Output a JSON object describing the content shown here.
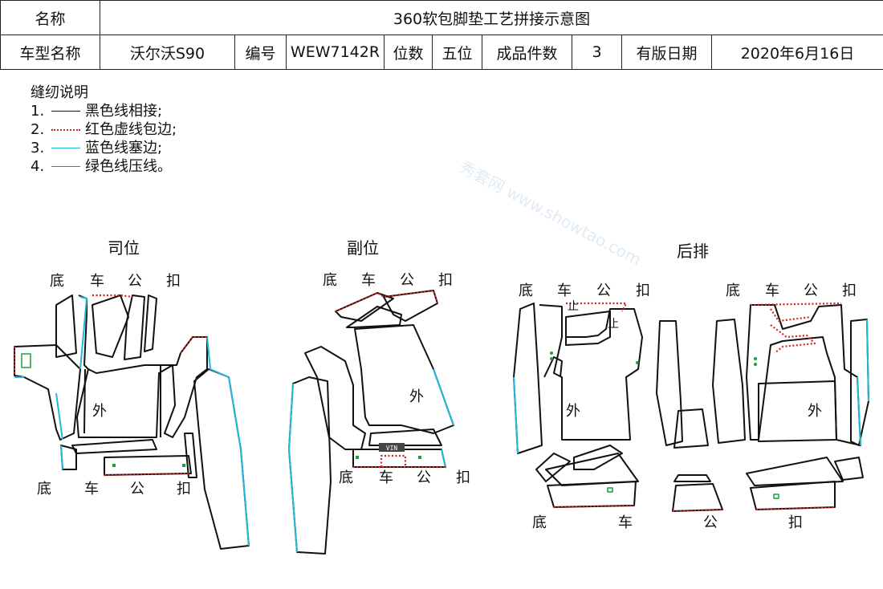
{
  "header": {
    "row1": {
      "name_label": "名称",
      "title": "360软包脚垫工艺拼接示意图"
    },
    "row2": {
      "model_label": "车型名称",
      "model_value": "沃尔沃S90",
      "code_label": "编号",
      "code_value": "WEW7142R",
      "seats_label": "位数",
      "seats_value": "五位",
      "count_label": "成品件数",
      "count_value": "3",
      "date_label": "有版日期",
      "date_value": "2020年6月16日"
    }
  },
  "legend": {
    "title": "缝纫说明",
    "items": [
      {
        "num": "1.",
        "text": "黑色线相接;",
        "color": "#111111",
        "style": "solid"
      },
      {
        "num": "2.",
        "text": "红色虚线包边;",
        "color": "#d42020",
        "style": "dotted"
      },
      {
        "num": "3.",
        "text": "蓝色线塞边;",
        "color": "#22b8d8",
        "style": "solid"
      },
      {
        "num": "4.",
        "text": "绿色线压线。",
        "color": "#1f9e3a",
        "style": "solid"
      }
    ]
  },
  "sections": {
    "driver": {
      "title": "司位",
      "top": [
        "底",
        "车",
        "公",
        "扣"
      ],
      "bottom": [
        "底",
        "车",
        "公",
        "扣"
      ],
      "outer": "外"
    },
    "passenger": {
      "title": "副位",
      "top": [
        "底",
        "车",
        "公",
        "扣"
      ],
      "bottom": [
        "底",
        "车",
        "公",
        "扣"
      ],
      "outer": "外",
      "tag": "VIN"
    },
    "rear": {
      "title": "后排",
      "top_left": [
        "底",
        "车",
        "公",
        "扣"
      ],
      "top_right": [
        "底",
        "车",
        "公",
        "扣"
      ],
      "bottom": [
        "底",
        "车",
        "公",
        "扣"
      ],
      "outer_left": "外",
      "outer_right": "外",
      "marks": [
        "止",
        "止"
      ]
    }
  },
  "watermark": {
    "text": "秀套网 www.showtao.com"
  },
  "colors": {
    "black": "#111111",
    "red": "#d42020",
    "blue": "#22b8d8",
    "green": "#1f9e3a"
  }
}
